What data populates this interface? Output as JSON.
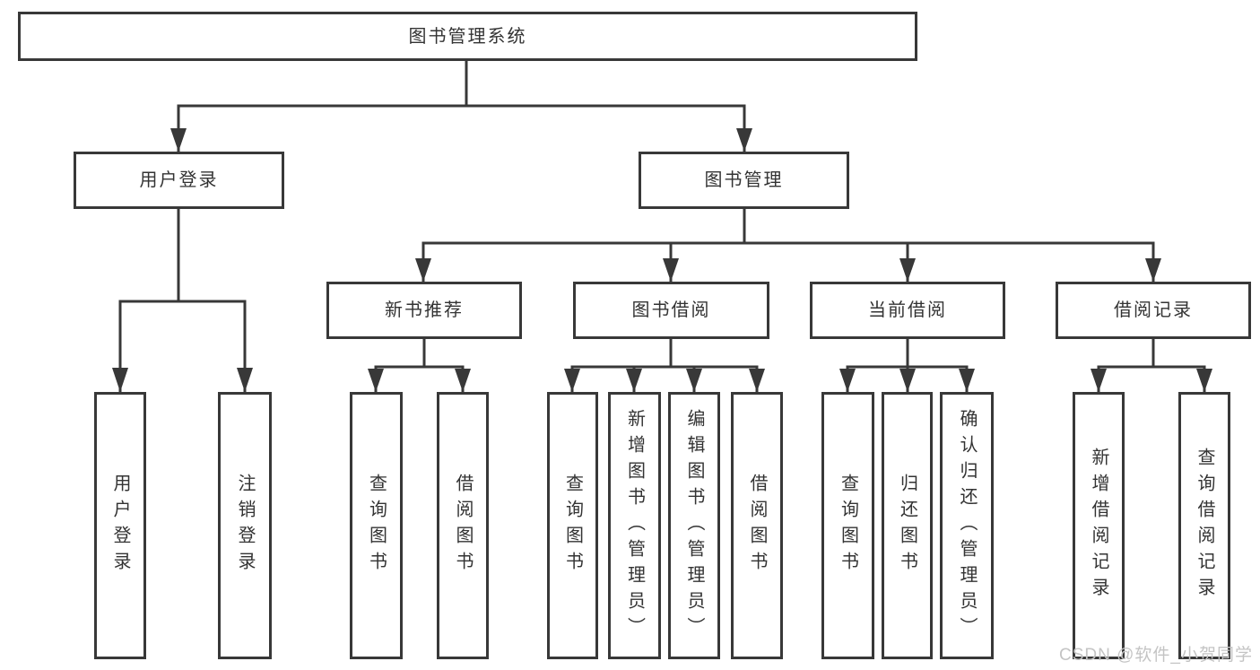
{
  "title": "图书管理系统",
  "colors": {
    "line": "#383838",
    "text": "#333333",
    "watermark": "#c4c4c4",
    "background": "#ffffff"
  },
  "watermark": {
    "text": "CSDN @软件_小贺同学"
  },
  "nodes": {
    "root": "图书管理系统",
    "user_login": "用户登录",
    "book_mgmt": "图书管理",
    "new_books": "新书推荐",
    "book_borrow": "图书借阅",
    "current_borrow": "当前借阅",
    "borrow_records": "借阅记录",
    "leaf_user_login": "用户登录",
    "leaf_logout": "注销登录",
    "leaf_nb_query": "查询图书",
    "leaf_nb_borrow": "借阅图书",
    "leaf_bb_query": "查询图书",
    "leaf_bb_add": "新增图书（管理员）",
    "leaf_bb_edit": "编辑图书（管理员）",
    "leaf_bb_borrow": "借阅图书",
    "leaf_cb_query": "查询图书",
    "leaf_cb_return": "归还图书",
    "leaf_cb_confirm": "确认归还（管理员）",
    "leaf_br_add": "新增借阅记录",
    "leaf_br_query": "查询借阅记录"
  }
}
